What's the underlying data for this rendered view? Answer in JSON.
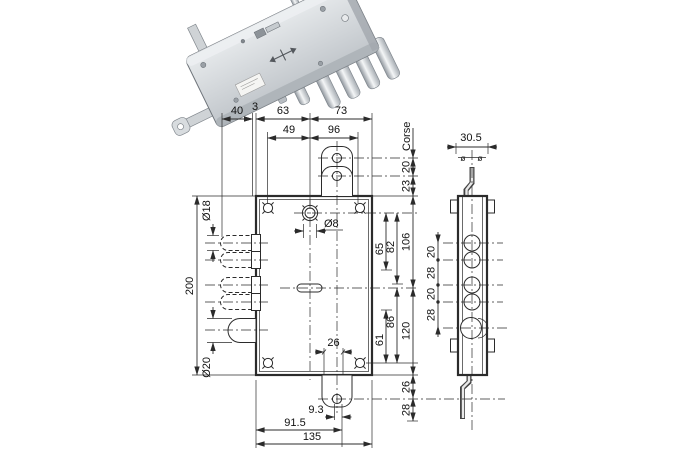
{
  "page": {
    "background": "#ffffff",
    "line_color": "#2b2b2b"
  },
  "photo": {
    "body_color": "#ccd0d3",
    "edge_color": "#878d93",
    "bolt_color": "#e9edef"
  },
  "dims": {
    "top": {
      "d40": "40",
      "d3": "3",
      "d63": "63",
      "d73": "73",
      "d49": "49",
      "d96": "96"
    },
    "right": {
      "corse": "Corse",
      "s20": "20",
      "s23": "23",
      "s106": "106",
      "s120": "120",
      "s26": "26",
      "s28": "28",
      "i65": "65",
      "i82": "82",
      "i86": "86",
      "i61": "61"
    },
    "left": {
      "dia18": "Ø18",
      "h200": "200",
      "dia20": "Ø20"
    },
    "center": {
      "dia8": "Ø8",
      "w26": "26"
    },
    "bottom": {
      "d93": "9.3",
      "d915": "91.5",
      "d135": "135"
    },
    "side": {
      "w305": "30.5",
      "diaL": "ø",
      "diaR": "ø",
      "p1": "20",
      "p2": "28",
      "p3": "20",
      "p4": "28"
    }
  }
}
